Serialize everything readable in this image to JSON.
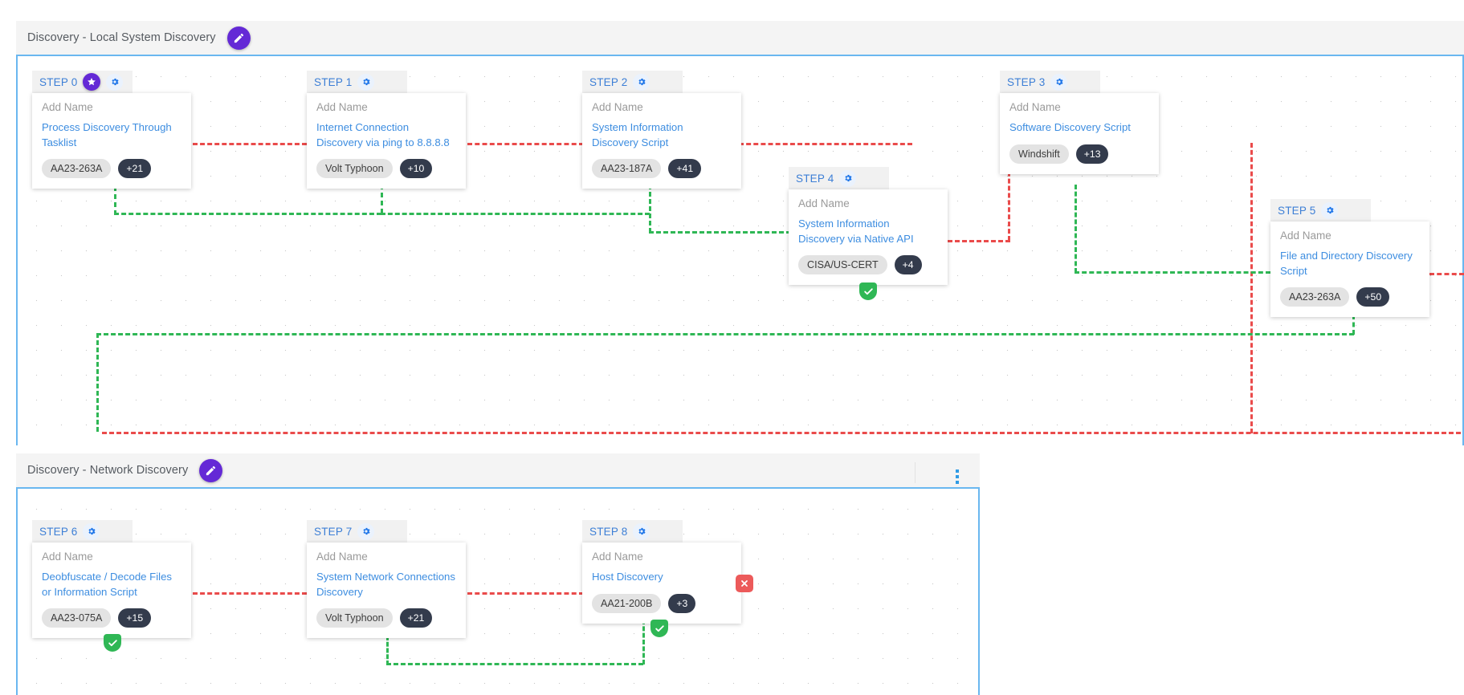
{
  "lanes": [
    {
      "title": "Discovery - Local System Discovery",
      "edit_icon": "pencil-icon",
      "has_kebab": false
    },
    {
      "title": "Discovery - Network Discovery",
      "edit_icon": "pencil-icon",
      "has_kebab": true,
      "kebab_icon": "more-vertical-icon"
    }
  ],
  "name_placeholder": "Add Name",
  "icons": {
    "star": "star-icon",
    "gear": "gear-icon",
    "check": "check-icon",
    "cross": "cross-icon"
  },
  "colors": {
    "accent_purple": "#6429d6",
    "link_blue": "#3d8de0",
    "step_label_blue": "#3d7fd6",
    "lane_border_blue": "#6ab7f0",
    "count_chip": "#333b4c",
    "tag_chip": "#e3e3e3",
    "success_green": "#2fb755",
    "fail_red": "#ec5a5a",
    "connector_red": "#ea4b4b",
    "lane_header_bg": "#f4f4f4"
  },
  "steps": [
    {
      "label": "STEP 0",
      "placeholder": "Add Name",
      "technique": "Process Discovery Through Tasklist",
      "tag": "AA23-263A",
      "count": "+21",
      "has_star": true,
      "status": null
    },
    {
      "label": "STEP 1",
      "placeholder": "Add Name",
      "technique": "Internet Connection Discovery via ping to 8.8.8.8",
      "tag": "Volt Typhoon",
      "count": "+10",
      "has_star": false,
      "status": null
    },
    {
      "label": "STEP 2",
      "placeholder": "Add Name",
      "technique": "System Information Discovery Script",
      "tag": "AA23-187A",
      "count": "+41",
      "has_star": false,
      "status": null
    },
    {
      "label": "STEP 3",
      "placeholder": "Add Name",
      "technique": "Software Discovery Script",
      "tag": "Windshift",
      "count": "+13",
      "has_star": false,
      "status": null
    },
    {
      "label": "STEP 4",
      "placeholder": "Add Name",
      "technique": "System Information Discovery via Native API",
      "tag": "CISA/US-CERT",
      "count": "+4",
      "has_star": false,
      "status": "ok"
    },
    {
      "label": "STEP 5",
      "placeholder": "Add Name",
      "technique": "File and Directory Discovery Script",
      "tag": "AA23-263A",
      "count": "+50",
      "has_star": false,
      "status": null
    },
    {
      "label": "STEP 6",
      "placeholder": "Add Name",
      "technique": "Deobfuscate / Decode Files or Information Script",
      "tag": "AA23-075A",
      "count": "+15",
      "has_star": false,
      "status": "ok"
    },
    {
      "label": "STEP 7",
      "placeholder": "Add Name",
      "technique": "System Network Connections Discovery",
      "tag": "Volt Typhoon",
      "count": "+21",
      "has_star": false,
      "status": null
    },
    {
      "label": "STEP 8",
      "placeholder": "Add Name",
      "technique": "Host Discovery",
      "tag": "AA21-200B",
      "count": "+3",
      "has_star": false,
      "status": "bad"
    }
  ]
}
